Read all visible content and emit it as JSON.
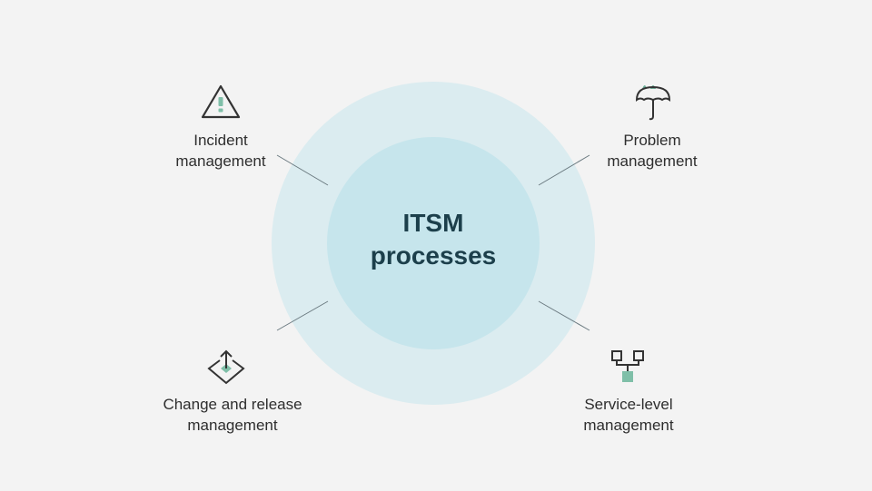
{
  "title": {
    "line1": "ITSM",
    "line2": "processes"
  },
  "items": [
    {
      "icon": "warning-triangle-icon",
      "line1": "Incident",
      "line2": "management"
    },
    {
      "icon": "umbrella-icon",
      "line1": "Problem",
      "line2": "management"
    },
    {
      "icon": "change-diamond-icon",
      "line1": "Change and release",
      "line2": "management"
    },
    {
      "icon": "hierarchy-icon",
      "line1": "Service-level",
      "line2": "management"
    }
  ],
  "colors": {
    "outer_circle": "#dbecf0",
    "inner_circle": "#c6e5ec",
    "accent": "#7fbfa8",
    "text": "#1c3f4b"
  }
}
